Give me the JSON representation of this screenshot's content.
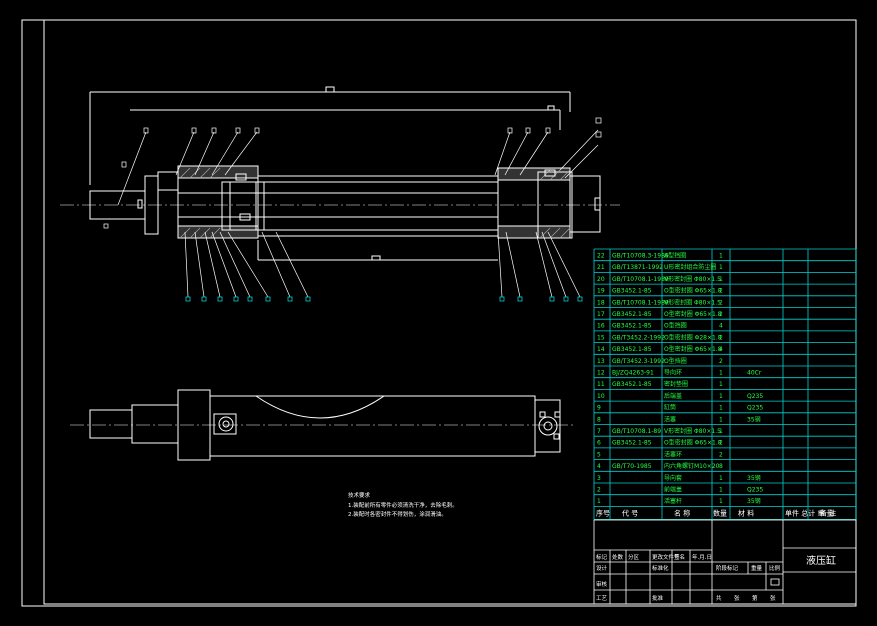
{
  "drawing": {
    "title": "液压缸",
    "colors": {
      "background": "#000000",
      "outline": "#ffffff",
      "bom_lines": "#00d2d2",
      "bom_text": "#22ff44",
      "center_line": "#ffffff"
    },
    "tech_notes": {
      "heading": "技术要求",
      "lines": [
        "1.装配前所有零件必须清洗干净，去除毛刺。",
        "2.装配时各密封件不得划伤，涂润滑油。"
      ]
    },
    "bom": {
      "header": [
        "序号",
        "代 号",
        "名 称",
        "数量",
        "材 料",
        "单件 总计 重 量",
        "备 注"
      ],
      "rows": [
        [
          "22",
          "GB/T10708.3-1989",
          "A型挡圈",
          "1",
          "",
          ""
        ],
        [
          "21",
          "GB/T13871-1992",
          "U形密封组合防尘圈",
          "1",
          "",
          ""
        ],
        [
          "20",
          "GB/T10708.1-1989",
          "V形密封圈  Φ80×1.5",
          "1",
          "",
          ""
        ],
        [
          "19",
          "GB3452.1-85",
          "O型密封圈  Φ65×1.8",
          "2",
          "",
          ""
        ],
        [
          "18",
          "GB/T10708.1-1989",
          "V形密封圈  Φ80×1.5",
          "2",
          "",
          ""
        ],
        [
          "17",
          "GB3452.1-85",
          "O型密封圈  Φ65×1.8",
          "2",
          "",
          ""
        ],
        [
          "16",
          "GB3452.1-85",
          "O型挡圈",
          "4",
          "",
          ""
        ],
        [
          "15",
          "GB/T3452.2-1992",
          "O型密封圈  Φ28×1.8",
          "2",
          "",
          ""
        ],
        [
          "14",
          "GB3452.1-85",
          "O型密封圈  Φ65×1.8",
          "4",
          "",
          ""
        ],
        [
          "13",
          "GB/T3452.3-1992",
          "O型挡圈",
          "2",
          "",
          ""
        ],
        [
          "12",
          "BJ/ZQ4263-91",
          "导向环",
          "1",
          "40Cr",
          ""
        ],
        [
          "11",
          "GB3452.1-85",
          "密封垫圈",
          "1",
          "",
          ""
        ],
        [
          "10",
          "",
          "后端盖",
          "1",
          "Q235",
          ""
        ],
        [
          "9",
          "",
          "缸筒",
          "1",
          "Q235",
          ""
        ],
        [
          "8",
          "",
          "活塞",
          "1",
          "35钢",
          ""
        ],
        [
          "7",
          "GB/T10708.1-89",
          "V形密封圈  Φ80×1.5",
          "1",
          "",
          ""
        ],
        [
          "6",
          "GB3452.1-85",
          "O型密封圈  Φ65×1.8",
          "2",
          "",
          ""
        ],
        [
          "5",
          "",
          "活塞环",
          "2",
          "",
          ""
        ],
        [
          "4",
          "GB/T70-1985",
          "内六角螺钉M10×20",
          "8",
          "",
          ""
        ],
        [
          "3",
          "",
          "导向套",
          "1",
          "35钢",
          ""
        ],
        [
          "2",
          "",
          "前端盖",
          "1",
          "Q235",
          ""
        ],
        [
          "1",
          "",
          "活塞杆",
          "1",
          "35钢",
          ""
        ]
      ]
    },
    "title_block": {
      "left_row1": [
        "标记",
        "处数",
        "分区",
        "更改文件号",
        "签名",
        "年.月.日"
      ],
      "left_row2": [
        "设计",
        "",
        "",
        "标准化",
        "",
        ""
      ],
      "left_row3": [
        "审核",
        "",
        "",
        "",
        "",
        ""
      ],
      "left_row4": [
        "工艺",
        "",
        "",
        "批准",
        "",
        ""
      ],
      "mid_labels": [
        "阶段标记",
        "重量",
        "比例"
      ],
      "mid_bottom": [
        "共",
        "张",
        "第",
        "张"
      ]
    }
  }
}
